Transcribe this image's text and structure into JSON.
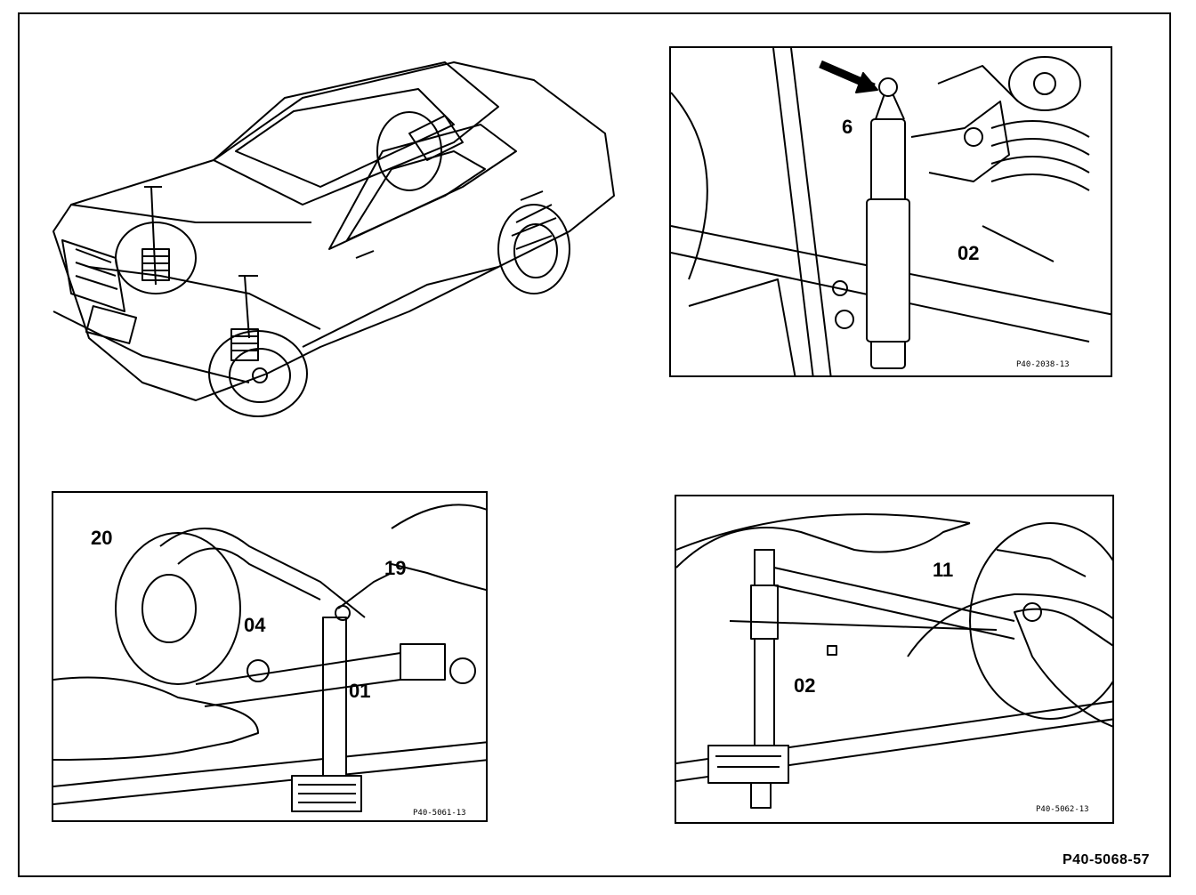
{
  "figure_code": "P40-5068-57",
  "panels": {
    "top_right": {
      "labels": [
        "6",
        "02"
      ],
      "code": "P40-2038-13"
    },
    "bottom_left": {
      "labels": [
        "20",
        "19",
        "04",
        "01"
      ],
      "code": "P40-5061-13"
    },
    "bottom_right": {
      "labels": [
        "11",
        "02"
      ],
      "code": "P40-5062-13"
    }
  }
}
